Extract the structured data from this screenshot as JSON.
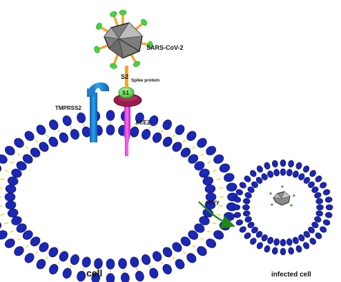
{
  "labels": {
    "virus": "SARS-CoV-2",
    "s2": "S2",
    "spike_protein": "Spike protein",
    "s1": "S1",
    "tmprss2": "TMPRSS2",
    "ace2": "ACE2",
    "entry": "entry",
    "cell": "cell",
    "infected_cell": "infected cell"
  },
  "colors": {
    "head_group": "#1b27b5",
    "lipid_tail": "#e6dc3a",
    "membrane_stroke": "#0a0a55",
    "virus_capsid": "#8a8a8a",
    "spike_stalk": "#f2a531",
    "spike_tip": "#3fd93f",
    "tmprss2": "#1a8de0",
    "ace2_stem": "#e83ce0",
    "ace2_cap": "#9c1a4b",
    "entry_arrow": "#1e8a16"
  }
}
